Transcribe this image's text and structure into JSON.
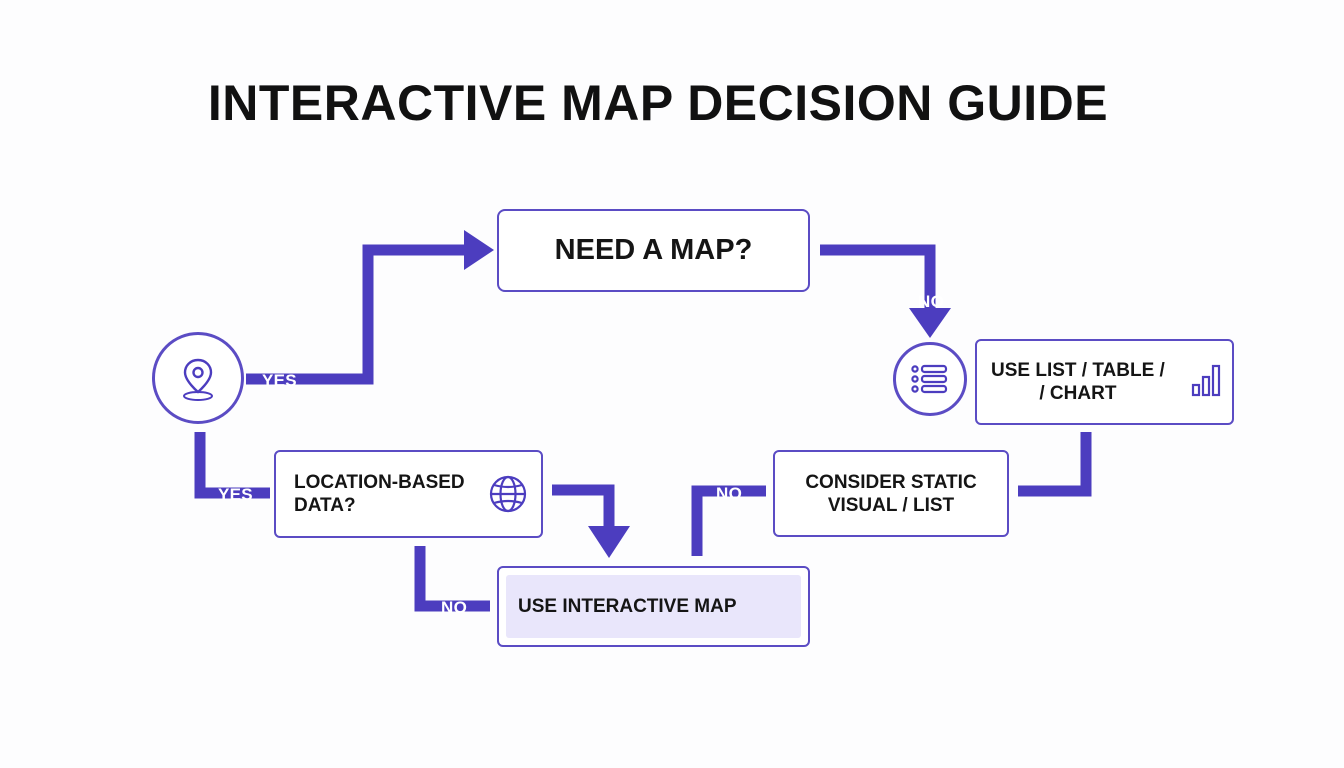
{
  "title": "INTERACTIVE MAP DECISION GUIDE",
  "colors": {
    "accent": "#4c3dbf",
    "highlight_fill": "#e9e6fb"
  },
  "nodes": {
    "need_map": "NEED A MAP?",
    "use_list_line1": "USE LIST / TABLE /",
    "use_list_line2": "/ CHART",
    "location_line1": "LOCATION-BASED",
    "location_line2": "DATA?",
    "static_line1": "CONSIDER STATIC",
    "static_line2": "VISUAL / LIST",
    "use_interactive": "USE INTERACTIVE MAP"
  },
  "labels": {
    "yes_top": "YES",
    "no_top": "NO",
    "yes_left": "YES",
    "no_mid": "NO",
    "no_bottom": "NO"
  },
  "icons": [
    "map-pin-icon",
    "list-icon",
    "bar-chart-icon",
    "globe-icon"
  ]
}
